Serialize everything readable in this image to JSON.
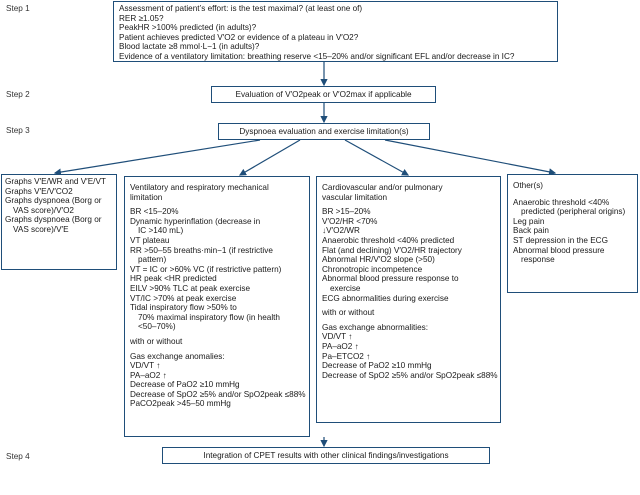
{
  "steps": {
    "s1": "Step 1",
    "s2": "Step 2",
    "s3": "Step 3",
    "s4": "Step 4"
  },
  "box1": {
    "title": "Assessment of patient’s effort: is the test maximal? (at least one of)",
    "lines": [
      "RER ≥1.05?",
      "PeakHR >100% predicted (in adults)?",
      "Patient achieves predicted V′O2 or evidence of a plateau in V′O2?",
      "Blood lactate ≥8 mmol·L−1 (in adults)?",
      "Evidence of a ventilatory limitation: breathing reserve <15–20% and/or significant EFL and/or decrease in IC?"
    ]
  },
  "box2": {
    "text": "Evaluation of V′O2peak or V′O2max if applicable"
  },
  "box3": {
    "text": "Dyspnoea evaluation and exercise limitation(s)"
  },
  "box4": {
    "text": "Integration of CPET results with other clinical findings/investigations"
  },
  "graphs": {
    "lines": [
      "Graphs V′E/WR and V′E/VT",
      "Graphs V′E/V′CO2",
      "Graphs dyspnoea (Borg or",
      "VAS score)/V′O2",
      "Graphs dyspnoea (Borg or",
      "VAS score)/V′E"
    ]
  },
  "ventilatory": {
    "title1": "Ventilatory and respiratory mechanical",
    "title2": "limitation",
    "items": [
      "BR <15–20%",
      "Dynamic hyperinflation (decrease in",
      "IC >140 mL)",
      "VT plateau",
      "RR >50–55 breaths·min−1 (if restrictive",
      "pattern)",
      "VT = IC or >60% VC (if restrictive pattern)",
      "HR peak <HR predicted",
      "EILV >90% TLC at peak exercise",
      "VT/IC >70% at peak exercise",
      "Tidal inspiratory flow >50% to",
      "70% maximal inspiratory flow (in health",
      "<50–70%)"
    ],
    "with_or_without": "with or without",
    "gas_title": "Gas exchange anomalies:",
    "gas_items": [
      "VD/VT ↑",
      "PA–aO2 ↑",
      "Decrease of PaO2 ≥10 mmHg",
      "Decrease of SpO2 ≥5% and/or SpO2peak ≤88%",
      "PaCO2peak >45–50 mmHg"
    ]
  },
  "cardio": {
    "title1": "Cardiovascular and/or pulmonary",
    "title2": "vascular limitation",
    "items": [
      "BR >15–20%",
      "V′O2/HR <70%",
      "↓V′O2/WR",
      "Anaerobic threshold <40% predicted",
      "Flat (and declining) V′O2/HR trajectory",
      "Abnormal HR/V′O2 slope (>50)",
      "Chronotropic incompetence",
      "Abnormal blood pressure response to",
      "exercise",
      "ECG abnormalities during exercise"
    ],
    "with_or_without": "with or without",
    "gas_title": "Gas exchange abnormalities:",
    "gas_items": [
      "VD/VT ↑",
      "PA–aO2 ↑",
      "Pa–ETCO2 ↑",
      "Decrease of PaO2 ≥10 mmHg",
      "Decrease of SpO2 ≥5% and/or SpO2peak ≤88%"
    ]
  },
  "others": {
    "title": "Other(s)",
    "items": [
      "Anaerobic threshold <40%",
      "predicted (peripheral origins)",
      "Leg pain",
      "Back pain",
      "ST depression in the ECG",
      "Abnormal blood pressure",
      "response"
    ]
  },
  "colors": {
    "border": "#1f4e79",
    "arrow": "#1f4e79"
  }
}
